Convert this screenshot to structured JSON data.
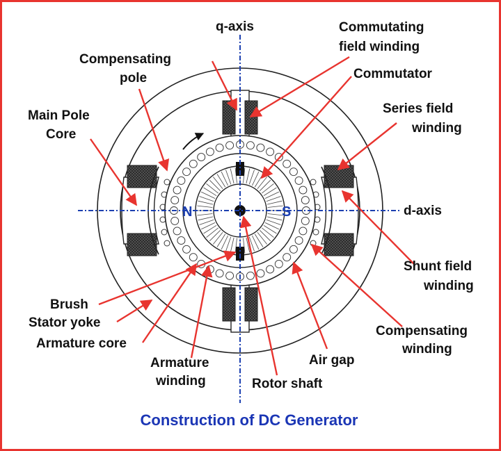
{
  "title": "Construction of DC Generator",
  "axes": {
    "q": "q-axis",
    "d": "d-axis"
  },
  "poles": {
    "north": "N",
    "south": "S"
  },
  "labels": {
    "commutating_1": "Commutating",
    "commutating_2": "field winding",
    "commutator": "Commutator",
    "compensating_pole_1": "Compensating",
    "compensating_pole_2": "pole",
    "main_pole_1": "Main Pole",
    "main_pole_2": "Core",
    "series_1": "Series field",
    "series_2": "winding",
    "shunt_1": "Shunt field",
    "shunt_2": "winding",
    "comp_winding_1": "Compensating",
    "comp_winding_2": "winding",
    "brush": "Brush",
    "stator_yoke": "Stator yoke",
    "armature_core": "Armature core",
    "armature_winding_1": "Armature",
    "armature_winding_2": "winding",
    "air_gap": "Air gap",
    "rotor_shaft": "Rotor shaft"
  },
  "colors": {
    "border": "#e8342f",
    "arrow": "#e8342f",
    "axis": "#1b3fb0",
    "title": "#1b36b5"
  }
}
